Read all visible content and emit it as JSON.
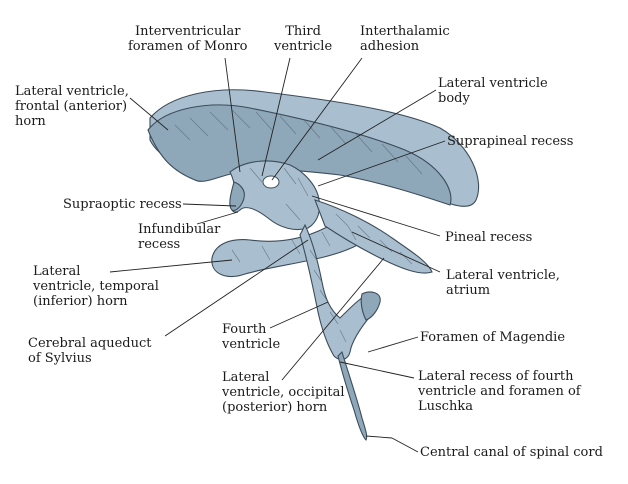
{
  "labels": {
    "foramen_monro": [
      "Interventricular",
      "foramen of Monro"
    ],
    "third_ventricle": [
      "Third",
      "ventricle"
    ],
    "interthalamic_adhesion": [
      "Interthalamic",
      "adhesion"
    ],
    "lateral_frontal_horn": [
      "Lateral ventricle,",
      "frontal (anterior)",
      "horn"
    ],
    "lateral_body": [
      "Lateral ventricle",
      "body"
    ],
    "suprapineal_recess": [
      "Suprapineal recess"
    ],
    "supraoptic_recess": [
      "Supraoptic recess"
    ],
    "infundibular_recess": [
      "Infundibular",
      "recess"
    ],
    "pineal_recess": [
      "Pineal recess"
    ],
    "lateral_temporal_horn": [
      "Lateral",
      "ventricle, temporal",
      "(inferior) horn"
    ],
    "lateral_atrium": [
      "Lateral ventricle,",
      "atrium"
    ],
    "cerebral_aqueduct": [
      "Cerebral aqueduct",
      "of Sylvius"
    ],
    "fourth_ventricle": [
      "Fourth",
      "ventricle"
    ],
    "foramen_magendie": [
      "Foramen of Magendie"
    ],
    "lateral_occipital_horn": [
      "Lateral",
      "ventricle, occipital",
      "(posterior) horn"
    ],
    "lateral_recess_luschka": [
      "Lateral recess of fourth",
      "ventricle and foramen of",
      "Luschka"
    ],
    "central_canal": [
      "Central canal of spinal cord"
    ]
  }
}
